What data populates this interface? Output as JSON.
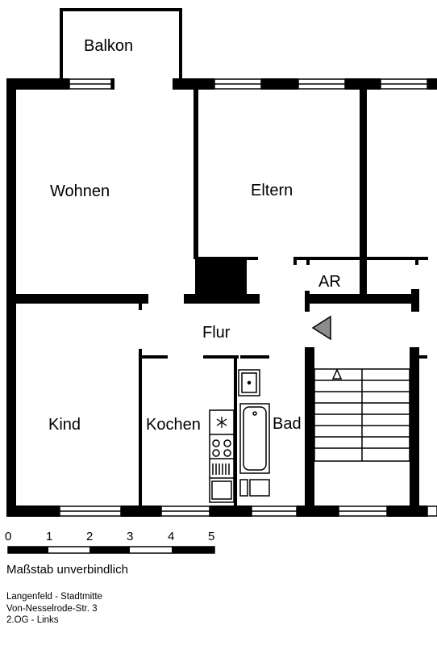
{
  "rooms": {
    "balkon": "Balkon",
    "wohnen": "Wohnen",
    "eltern": "Eltern",
    "ar": "AR",
    "flur": "Flur",
    "kind": "Kind",
    "kochen": "Kochen",
    "bad": "Bad"
  },
  "scale": {
    "ticks": [
      "0",
      "1",
      "2",
      "3",
      "4",
      "5"
    ],
    "caption": "Maßstab unverbindlich"
  },
  "address": {
    "line1": "Langenfeld - Stadtmitte",
    "line2": "Von-Nesselrode-Str. 3",
    "line3": "2.OG - Links"
  }
}
